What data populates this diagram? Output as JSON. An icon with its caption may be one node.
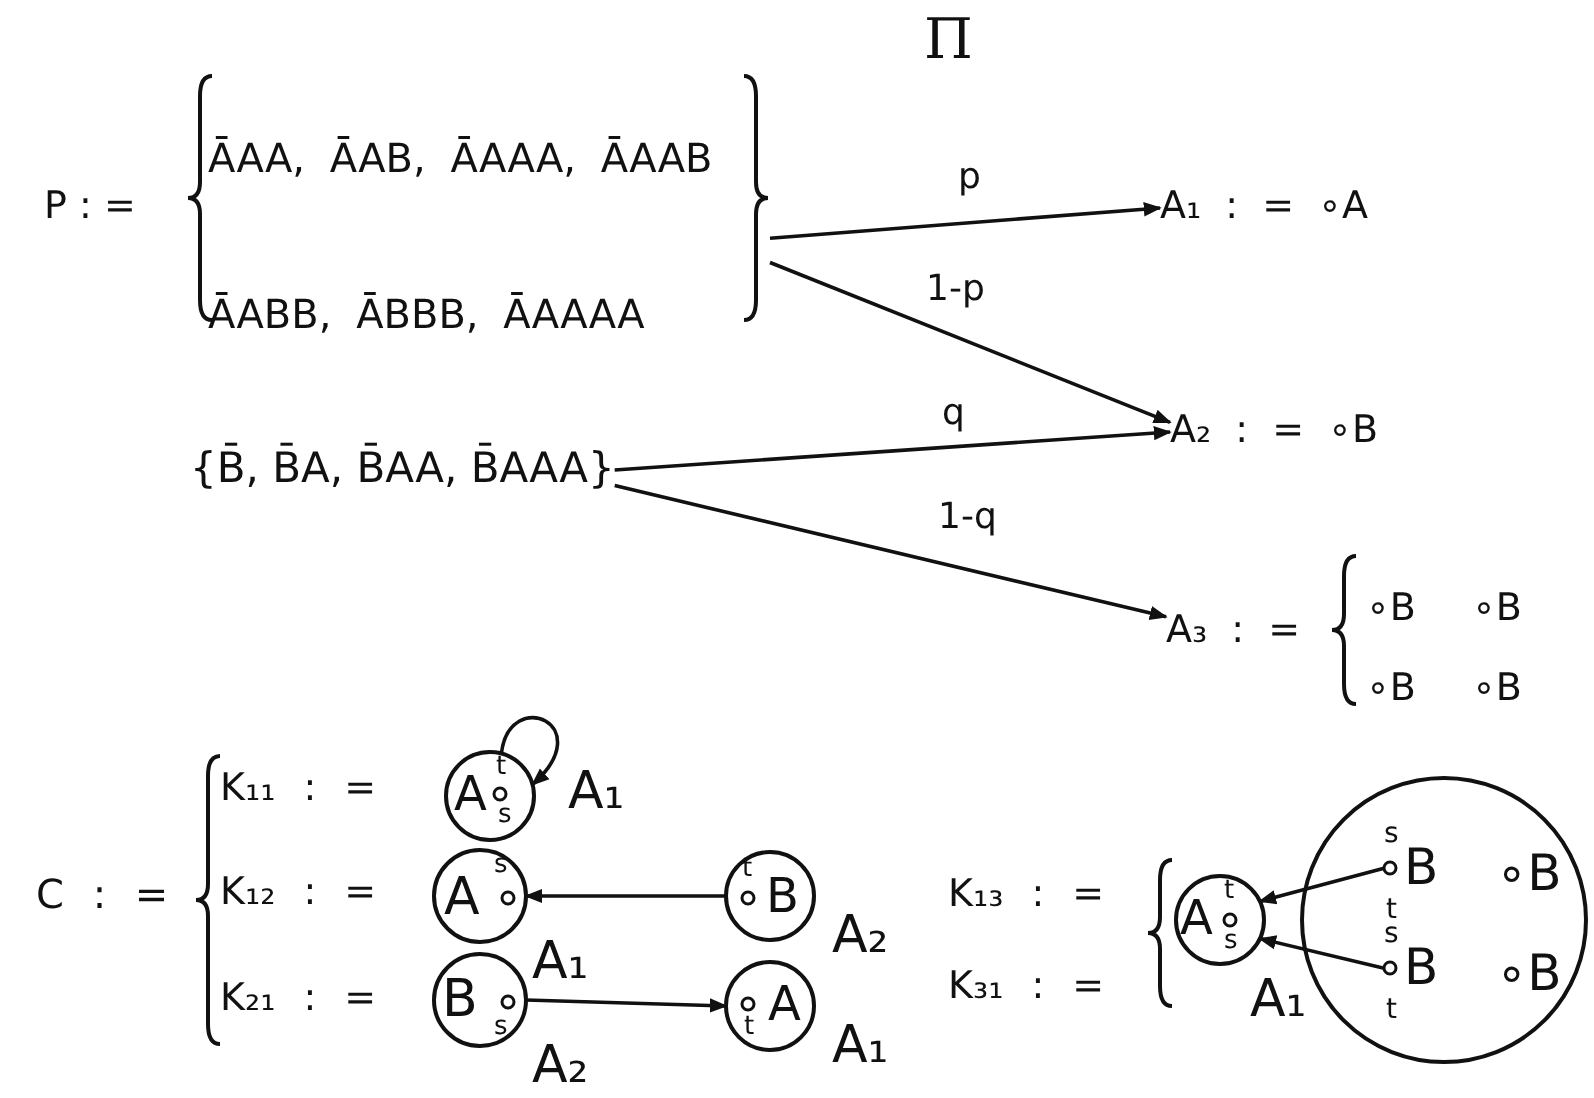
{
  "diagram": {
    "title": "Π",
    "nodes": [
      {
        "text": [
          "P : =",
          "ĀAA, ĀAB, ĀAAA, ĀAAB ĀABB, ĀBBB, ĀAAAA"
        ]
      },
      {
        "text": [
          "{B̄, B̄A, B̄AA, B̄AAA}"
        ]
      },
      {
        "text": [
          "A₁ : = ∘A"
        ]
      },
      {
        "text": [
          "A₂ : = ∘B"
        ]
      },
      {
        "text": [
          "A₃ : =",
          "∘B ∘B ∘B ∘B"
        ]
      },
      {
        "text": [
          "A",
          "t",
          "s"
        ],
        "beside": [
          "A₁"
        ]
      },
      {
        "text": [
          "A",
          "s"
        ],
        "beside": [
          "A₁"
        ]
      },
      {
        "text": [
          "t",
          "B"
        ],
        "beside": [
          "A₂"
        ]
      },
      {
        "text": [
          "B",
          "s"
        ],
        "beside": [
          "A₂"
        ]
      },
      {
        "text": [
          "A",
          "t"
        ],
        "beside": [
          "A₁"
        ]
      },
      {
        "text": [
          "A",
          "t",
          "s"
        ],
        "beside": [
          "A₁"
        ]
      },
      {
        "text": [],
        "shape": "circle"
      },
      {
        "text": [
          "s",
          "B",
          "t"
        ],
        "in": 11
      },
      {
        "text": [
          "∘B"
        ],
        "in": 11
      },
      {
        "text": [
          "s",
          "B",
          "t"
        ],
        "in": 11
      },
      {
        "text": [
          "∘B"
        ],
        "in": 11
      }
    ],
    "edges": [
      {
        "from": 0,
        "to": 2,
        "arrow": "to",
        "label": "p"
      },
      {
        "from": 0,
        "to": 3,
        "arrow": "to",
        "label": "1-p"
      },
      {
        "from": 1,
        "to": 3,
        "arrow": "to",
        "label": "q"
      },
      {
        "from": 1,
        "to": 4,
        "arrow": "to",
        "label": "1-q"
      },
      {
        "from": 5,
        "to": 5,
        "arrow": "to"
      },
      {
        "from": 7,
        "to": 6,
        "arrow": "to"
      },
      {
        "from": 8,
        "to": 9,
        "arrow": "to"
      },
      {
        "from": 12,
        "to": 10,
        "arrow": "to"
      },
      {
        "from": 14,
        "to": 10,
        "arrow": "to"
      }
    ],
    "labels": [
      "C : =",
      "K₁₁ : =",
      "K₁₂ : =",
      "K₂₁ : =",
      "K₁₃ : =",
      "K₃₁ : ="
    ]
  }
}
